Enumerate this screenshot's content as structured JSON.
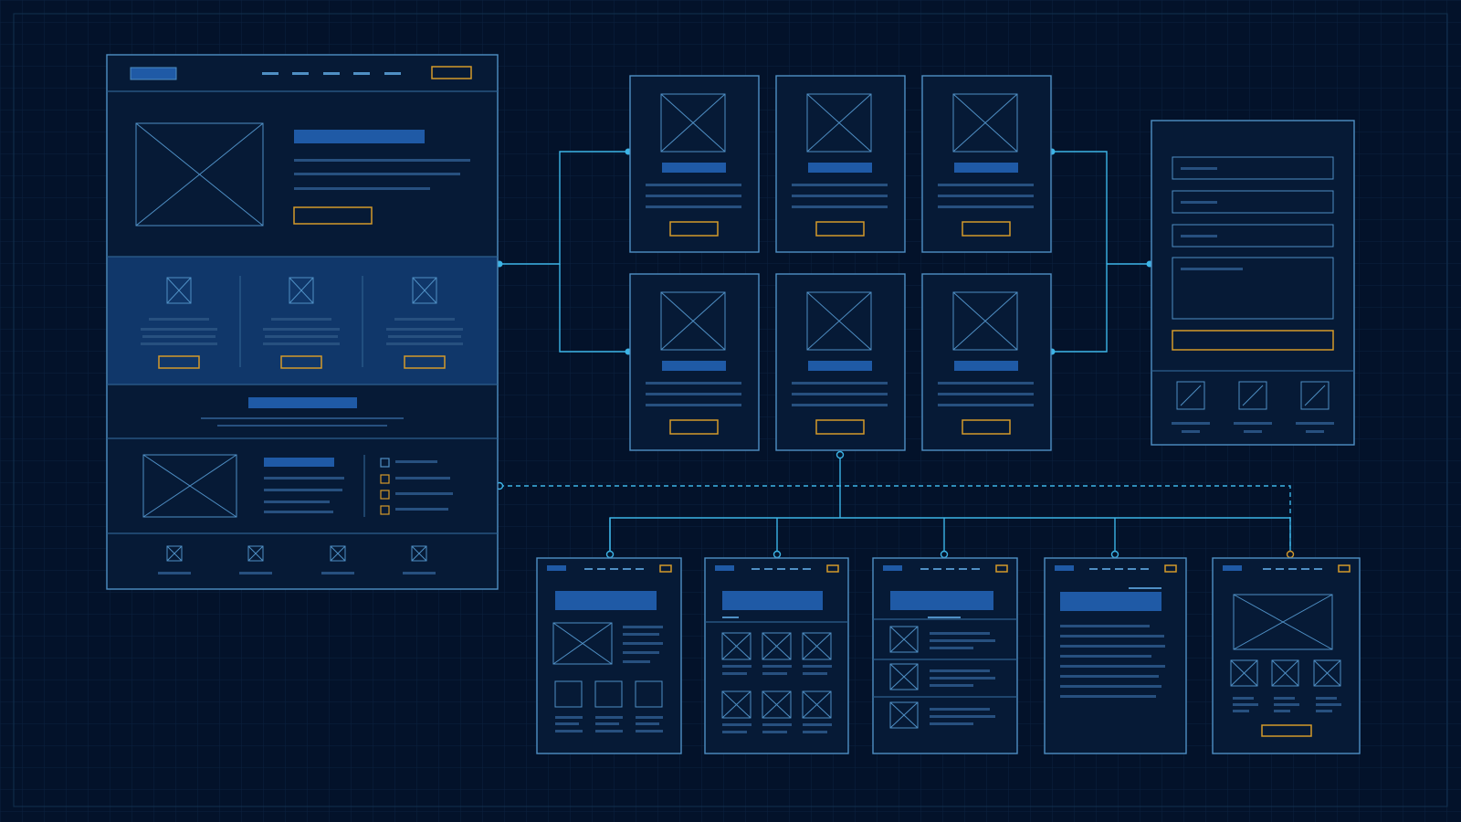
{
  "diagram": {
    "type": "wireframe-sitemap",
    "text_labels": [],
    "nodes": [
      {
        "id": "homepage",
        "role": "landing page wireframe",
        "sections": [
          "top-nav",
          "hero",
          "features-3-col",
          "banner",
          "content-with-checklist",
          "footer-4-col"
        ]
      },
      {
        "id": "card-1",
        "role": "item card"
      },
      {
        "id": "card-2",
        "role": "item card"
      },
      {
        "id": "card-3",
        "role": "item card"
      },
      {
        "id": "card-4",
        "role": "item card"
      },
      {
        "id": "card-5",
        "role": "item card"
      },
      {
        "id": "card-6",
        "role": "item card"
      },
      {
        "id": "form-page",
        "role": "form wireframe",
        "fields": 4,
        "submit_button": true,
        "footer_icons": 3
      },
      {
        "id": "subpage-1",
        "role": "image + text + 3 tiles"
      },
      {
        "id": "subpage-2",
        "role": "gallery grid 2x3"
      },
      {
        "id": "subpage-3",
        "role": "list with thumbnails"
      },
      {
        "id": "subpage-4",
        "role": "article text"
      },
      {
        "id": "subpage-5",
        "role": "hero image + 3 items + button"
      }
    ],
    "connections": [
      {
        "from": "homepage",
        "to": "card-1",
        "style": "solid"
      },
      {
        "from": "homepage",
        "to": "card-4",
        "style": "solid"
      },
      {
        "from": "card-3",
        "to": "form-page",
        "style": "solid"
      },
      {
        "from": "card-6",
        "to": "form-page",
        "style": "solid"
      },
      {
        "from": "card-5",
        "to": "subpage-1",
        "style": "solid"
      },
      {
        "from": "card-5",
        "to": "subpage-2",
        "style": "solid"
      },
      {
        "from": "card-5",
        "to": "subpage-3",
        "style": "solid"
      },
      {
        "from": "card-5",
        "to": "subpage-4",
        "style": "solid"
      },
      {
        "from": "card-5",
        "to": "subpage-5",
        "style": "solid"
      },
      {
        "from": "homepage",
        "to": "subpage-5",
        "style": "dashed"
      }
    ]
  },
  "colors": {
    "background": "#03122a",
    "grid": "#0b2140",
    "frame": "#2d5f8e",
    "frame_bright": "#4f8fc4",
    "panel": "#061a36",
    "highlight_panel": "#10376a",
    "bar": "#1f5aa6",
    "line": "#27507f",
    "accent": "#d49a2a",
    "connector": "#3cb4e6"
  }
}
